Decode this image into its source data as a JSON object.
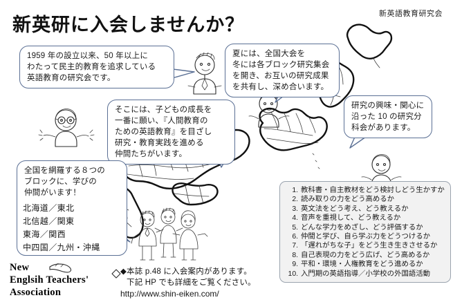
{
  "header": {
    "title": "新英研に入会しませんか？",
    "org_name": "新英語教育研究会"
  },
  "bubbles": [
    {
      "id": "history",
      "lines": [
        "1959 年の設立以来、50 年以上に",
        "わたって民主的教育を追求している",
        "英語教育の研究会です。"
      ]
    },
    {
      "id": "events",
      "lines": [
        "夏には、全国大会を",
        "冬には各ブロック研究集会",
        "を開き、お互いの研究成果",
        "を共有し、深め合います。"
      ]
    },
    {
      "id": "sections",
      "lines": [
        "研究の興味・関心に",
        "沿った 10 の研究分",
        "科会があります。"
      ]
    },
    {
      "id": "philosophy",
      "lines": [
        "そこには、子どもの成長を",
        "一番に願い、『人間教育の",
        "ための英語教育』を目ざし",
        "研究・教育実践を進める",
        "仲間たちがいます。"
      ]
    },
    {
      "id": "blocks",
      "lines": [
        "全国を網羅する８つの",
        "ブロックに、学びの",
        "仲間がいます！"
      ]
    }
  ],
  "region_list": [
    "北海道／東北",
    "北信越／関東",
    "東海／関西",
    "中四国／九州・沖縄"
  ],
  "topics": {
    "items": [
      {
        "num": "1.",
        "text": "教科書・自主教材をどう検討しどう生かすか"
      },
      {
        "num": "2.",
        "text": "読み取りの力をどう高めるか"
      },
      {
        "num": "3.",
        "text": "英文法をどう考え、どう教えるか"
      },
      {
        "num": "4.",
        "text": "音声を重視して、どう教えるか"
      },
      {
        "num": "5.",
        "text": "どんな学力をめざし、どう評価するか"
      },
      {
        "num": "6.",
        "text": "仲間と学び、自ら学ぶ力をどうつけるか"
      },
      {
        "num": "7.",
        "text": "「遅れがちな子」をどう生き生きさせるか"
      },
      {
        "num": "8.",
        "text": "自己表現の力をどう広げ、どう高めるか"
      },
      {
        "num": "9.",
        "text": "平和・環境・人権教育をどう進めるか"
      },
      {
        "num": "10.",
        "text": "入門期の英語指導／小学校の外国語活動"
      }
    ]
  },
  "footer": {
    "logo_line1": "New",
    "logo_line2": "Englsih Teachers'",
    "logo_line3": "Association",
    "note_line1": "◆本誌 p.48 に入会案内があります。",
    "note_line2": "下記 HP でも詳細をご覧ください。",
    "url": "http://www.shin-eiken.com/"
  },
  "colors": {
    "bubble_border": "#5a6f94",
    "ink": "#2b2b2b",
    "topics_bg": "#f2f2f2",
    "topics_border": "#9aa3ae"
  }
}
